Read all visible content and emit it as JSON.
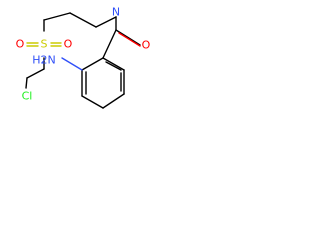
{
  "molecule": {
    "atoms": {
      "sulfur": "S",
      "sulfonyl_oxygen_1": "O",
      "sulfonyl_oxygen_2": "O",
      "amide_nitrogen": "N",
      "carbonyl_oxygen": "O",
      "amine": "H2N",
      "chlorine": "Cl"
    },
    "colors": {
      "carbon_bond": "#000000",
      "oxygen": "#ff0000",
      "sulfur": "#cccc00",
      "nitrogen": "#3050f8",
      "chlorine": "#1ff01f"
    }
  }
}
